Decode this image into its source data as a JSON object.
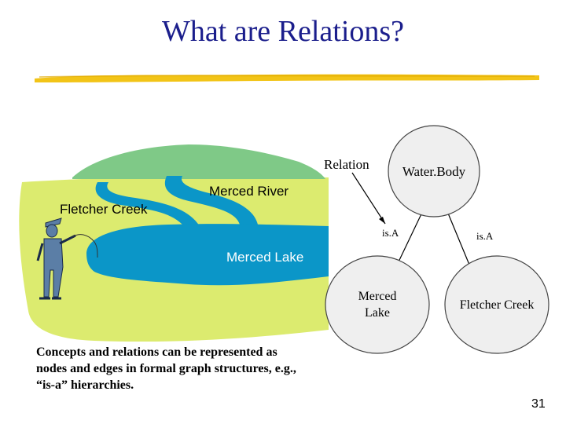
{
  "slide": {
    "title": "What are Relations?",
    "page_number": "31",
    "caption": "Concepts and relations can be represented as nodes and edges in formal graph structures, e.g., “is-a” hierarchies."
  },
  "illustration": {
    "labels": {
      "merced_river": "Merced River",
      "fletcher_creek": "Fletcher Creek",
      "merced_lake": "Merced Lake"
    }
  },
  "graph": {
    "pointer_label": "Relation",
    "nodes": {
      "root": "Water.Body",
      "left_line1": "Merced",
      "left_line2": "Lake",
      "right": "Fletcher Creek"
    },
    "edges": {
      "left": "is.A",
      "right": "is.A"
    }
  },
  "colors": {
    "title": "#1b1e8c",
    "rule": "#f2c417",
    "land": "#dceb6f",
    "hill": "#7fc987",
    "water": "#0b96c8",
    "node_fill": "#efefef"
  }
}
